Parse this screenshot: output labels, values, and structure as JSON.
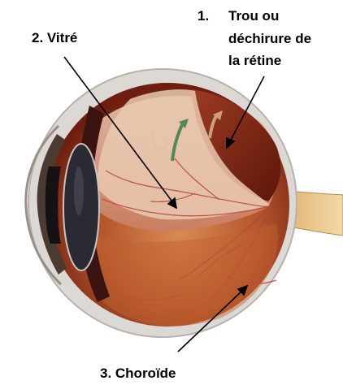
{
  "labels": {
    "retina_tear_number": "1.",
    "retina_tear_line1": "Trou ou",
    "retina_tear_line2": "déchirure de",
    "retina_tear_line3": "la rétine",
    "vitreous": "2. Vitré",
    "choroid": "3. Choroïde"
  },
  "colors": {
    "sclera": "#d9d6d3",
    "choroid_dark": "#8a2a12",
    "choroid_light": "#c86a3a",
    "vitreous_pink": "#d9a08a",
    "detached_retina": "#e8c4a8",
    "lens": "#2a2a32",
    "iris": "#4a3a30",
    "optic_nerve": "#e6c48a",
    "vessel": "#b0443a",
    "arrow": "#000000"
  }
}
